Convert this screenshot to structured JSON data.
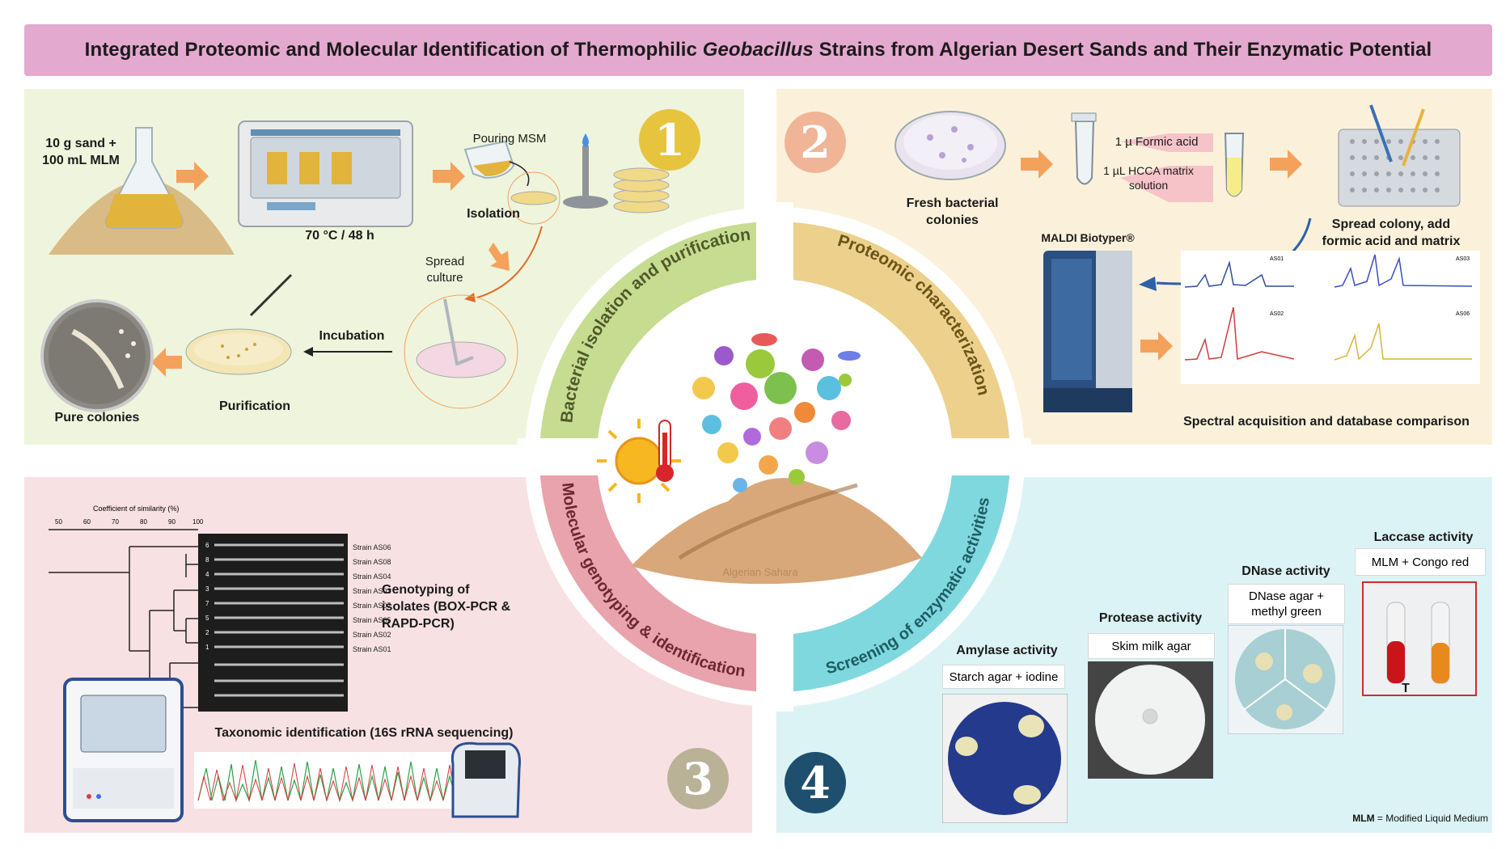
{
  "title": {
    "before": "Integrated Proteomic and Molecular Identification of Thermophilic ",
    "italic": "Geobacillus",
    "after": " Strains from Algerian Desert Sands and Their Enzymatic Potential"
  },
  "colors": {
    "title_bg": "#e4a9cf",
    "panel1": "#eef5dc",
    "panel2": "#fbf1da",
    "panel3": "#f8e1e3",
    "panel4": "#dcf3f5",
    "ring1": "#c6dc91",
    "ring2": "#ecd08c",
    "ring3": "#e8a3ad",
    "ring4": "#7fd8de",
    "arrow": "#f4a15c"
  },
  "center": {
    "quadrant1": "Bacterial isolation and purification",
    "quadrant2": "Proteomic characterization",
    "quadrant3": "Molecular genotyping & identification",
    "quadrant4": "Screening of enzymatic activities",
    "sahara_label": "Algerian Sahara"
  },
  "panel1": {
    "badge": "1",
    "sand_label": "10 g sand +\n100 mL MLM",
    "incubator_label": "70 °C / 48 h",
    "pouring_label": "Pouring MSM",
    "isolation_label": "Isolation",
    "spread_label": "Spread\nculture",
    "incubation_label": "Incubation",
    "purification_label": "Purification",
    "pure_label": "Pure colonies"
  },
  "panel2": {
    "badge": "2",
    "fresh_label": "Fresh bacterial\ncolonies",
    "formic_label": "1 µ Formic acid",
    "hcca_label": "1 µL HCCA matrix\nsolution",
    "spread_label": "Spread colony, add\nformic acid and matrix",
    "maldi_label": "MALDI Biotyper®",
    "spectra_label": "Spectral acquisition and database comparison",
    "spectra_tags": [
      "AS01",
      "AS03",
      "AS02",
      "AS06"
    ]
  },
  "panel3": {
    "badge": "3",
    "dendro_axis_title": "Coefficient of similarity (%)",
    "dendro_ticks": [
      "50",
      "60",
      "70",
      "80",
      "90",
      "100"
    ],
    "lanes": [
      "6",
      "8",
      "4",
      "3",
      "7",
      "5",
      "2",
      "1"
    ],
    "strains": [
      "Strain AS06",
      "Strain AS08",
      "Strain AS04",
      "Strain AS03",
      "Strain AS07",
      "Strain AS05",
      "Strain AS02",
      "Strain AS01"
    ],
    "genotyping_label": "Genotyping of\nisolates (BOX-PCR &\nRAPD-PCR)",
    "taxonomic_label": "Taxonomic identification (16S rRNA sequencing)"
  },
  "panel4": {
    "badge": "4",
    "amylase_title": "Amylase activity",
    "amylase_medium": "Starch agar + iodine",
    "protease_title": "Protease activity",
    "protease_medium": "Skim milk agar",
    "dnase_title": "DNase activity",
    "dnase_medium": "DNase agar +\nmethyl green",
    "laccase_title": "Laccase activity",
    "laccase_medium": "MLM + Congo red",
    "laccase_tube_label": "T",
    "footnote_abbr": "MLM",
    "footnote_def": " = Modified Liquid Medium"
  }
}
